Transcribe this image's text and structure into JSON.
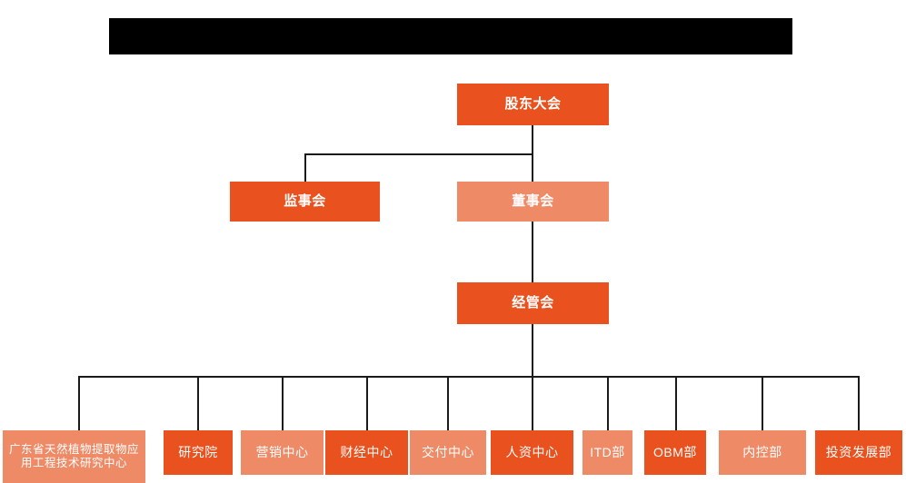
{
  "diagram": {
    "title_bar": {
      "name": "redacted-title-bar",
      "text": ""
    },
    "type": "organization-chart",
    "colors": {
      "dark_orange": "#E9511E",
      "light_orange": "#EE8A66",
      "line": "#1a1a1a",
      "redaction": "#000000",
      "text": "#ffffff",
      "background": "#ffffff"
    },
    "levels": [
      {
        "level": 1,
        "nodes": [
          {
            "id": "shareholders-meeting",
            "label": "股东大会",
            "style": "dark"
          }
        ]
      },
      {
        "level": 2,
        "nodes": [
          {
            "id": "board-of-supervisors",
            "label": "监事会",
            "style": "dark"
          },
          {
            "id": "board-of-directors",
            "label": "董事会",
            "style": "light"
          }
        ]
      },
      {
        "level": 3,
        "nodes": [
          {
            "id": "management-committee",
            "label": "经管会",
            "style": "dark"
          }
        ]
      },
      {
        "level": 4,
        "nodes": [
          {
            "id": "guangdong-research-center",
            "label": "广东省天然植物提取物应用工程技术研究中心",
            "style": "light"
          },
          {
            "id": "research-institute",
            "label": "研究院",
            "style": "dark"
          },
          {
            "id": "marketing-center",
            "label": "营销中心",
            "style": "light"
          },
          {
            "id": "finance-center",
            "label": "财经中心",
            "style": "dark"
          },
          {
            "id": "delivery-center",
            "label": "交付中心",
            "style": "light"
          },
          {
            "id": "hr-center",
            "label": "人资中心",
            "style": "dark"
          },
          {
            "id": "itd-department",
            "label": "ITD部",
            "style": "light"
          },
          {
            "id": "obm-department",
            "label": "OBM部",
            "style": "dark"
          },
          {
            "id": "internal-control-department",
            "label": "内控部",
            "style": "light"
          },
          {
            "id": "investment-development-department",
            "label": "投资发展部",
            "style": "dark"
          }
        ]
      }
    ]
  }
}
